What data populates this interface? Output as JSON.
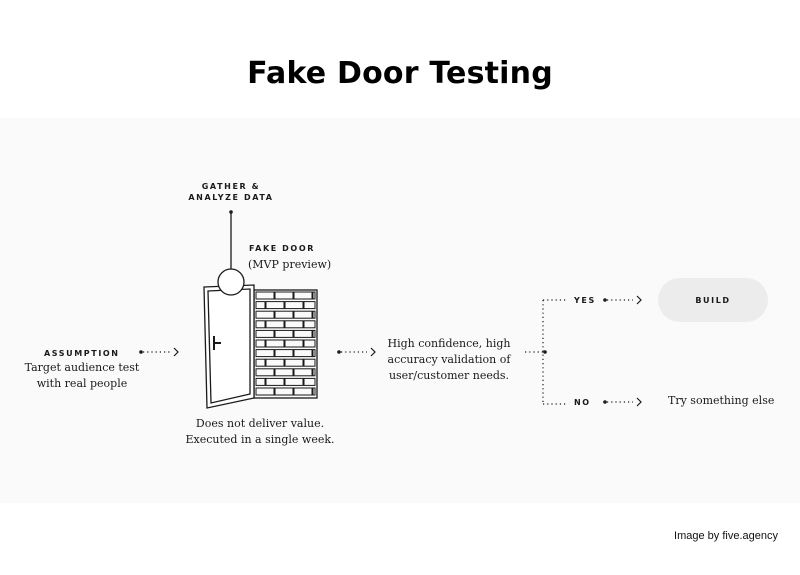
{
  "title": "Fake Door Testing",
  "gather": {
    "line1": "GATHER &",
    "line2": "ANALYZE DATA"
  },
  "fake_door": {
    "label": "FAKE DOOR",
    "sub": "(MVP preview)"
  },
  "assumption": {
    "label": "ASSUMPTION",
    "line1": "Target audience test",
    "line2": "with real people"
  },
  "door_caption": {
    "line1": "Does not deliver value.",
    "line2": "Executed in a single week."
  },
  "validation": {
    "line1": "High confidence, high",
    "line2": "accuracy validation of",
    "line3": "user/customer needs."
  },
  "yes": {
    "label": "YES",
    "result": "BUILD"
  },
  "no": {
    "label": "NO",
    "result": "Try something else"
  },
  "credit": "Image by five.agency"
}
